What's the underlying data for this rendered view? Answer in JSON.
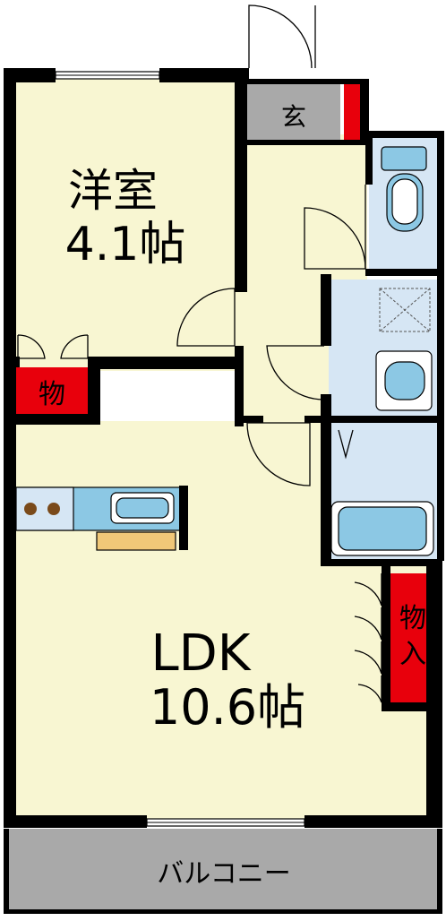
{
  "rooms": {
    "western": {
      "name": "洋室",
      "size": "4.1帖"
    },
    "ldk": {
      "name": "LDK",
      "size": "10.6帖"
    },
    "storage_small": {
      "label": "物"
    },
    "storage_closet": {
      "label": "物入"
    },
    "entrance": {
      "label": "玄"
    },
    "balcony": {
      "label": "バルコニー"
    }
  },
  "colors": {
    "floor": "#f8f6d2",
    "wet_area": "#d6e6f4",
    "entrance_floor": "#a9a9a9",
    "balcony": "#a9a9a9",
    "storage": "#e8000c",
    "fixture": "#8cc8e4",
    "counter": "#f0c878"
  }
}
